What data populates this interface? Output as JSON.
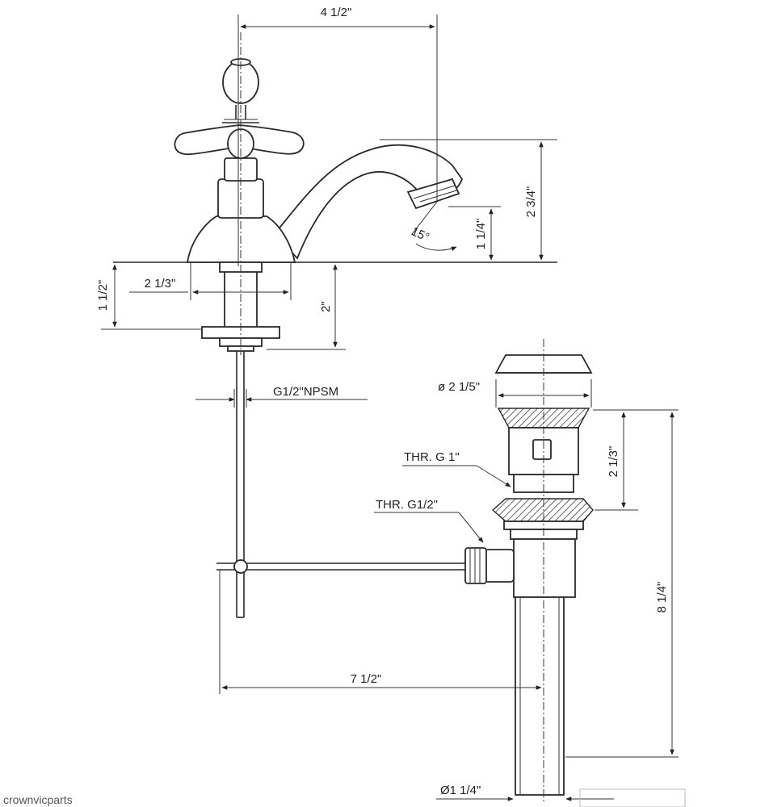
{
  "dimensions": {
    "spout_reach": "4 1/2\"",
    "spout_height": "2 3/4\"",
    "aerator_height": "1 1/4\"",
    "spout_angle": "15°",
    "base_width": "2 1/3\"",
    "base_height": "1 1/2\"",
    "shank_length": "2\"",
    "inlet_thread": "G1/2\"NPSM",
    "drain_cap_diameter": "ø 2 1/5\"",
    "thread_g1": "THR. G 1\"",
    "thread_g12": "THR. G1/2\"",
    "drain_height_top": "2 1/3\"",
    "drain_total_height": "8 1/4\"",
    "rod_spacing": "7 1/2\"",
    "tailpiece_diameter": "Ø1 1/4\""
  },
  "watermark": "crownvicparts"
}
